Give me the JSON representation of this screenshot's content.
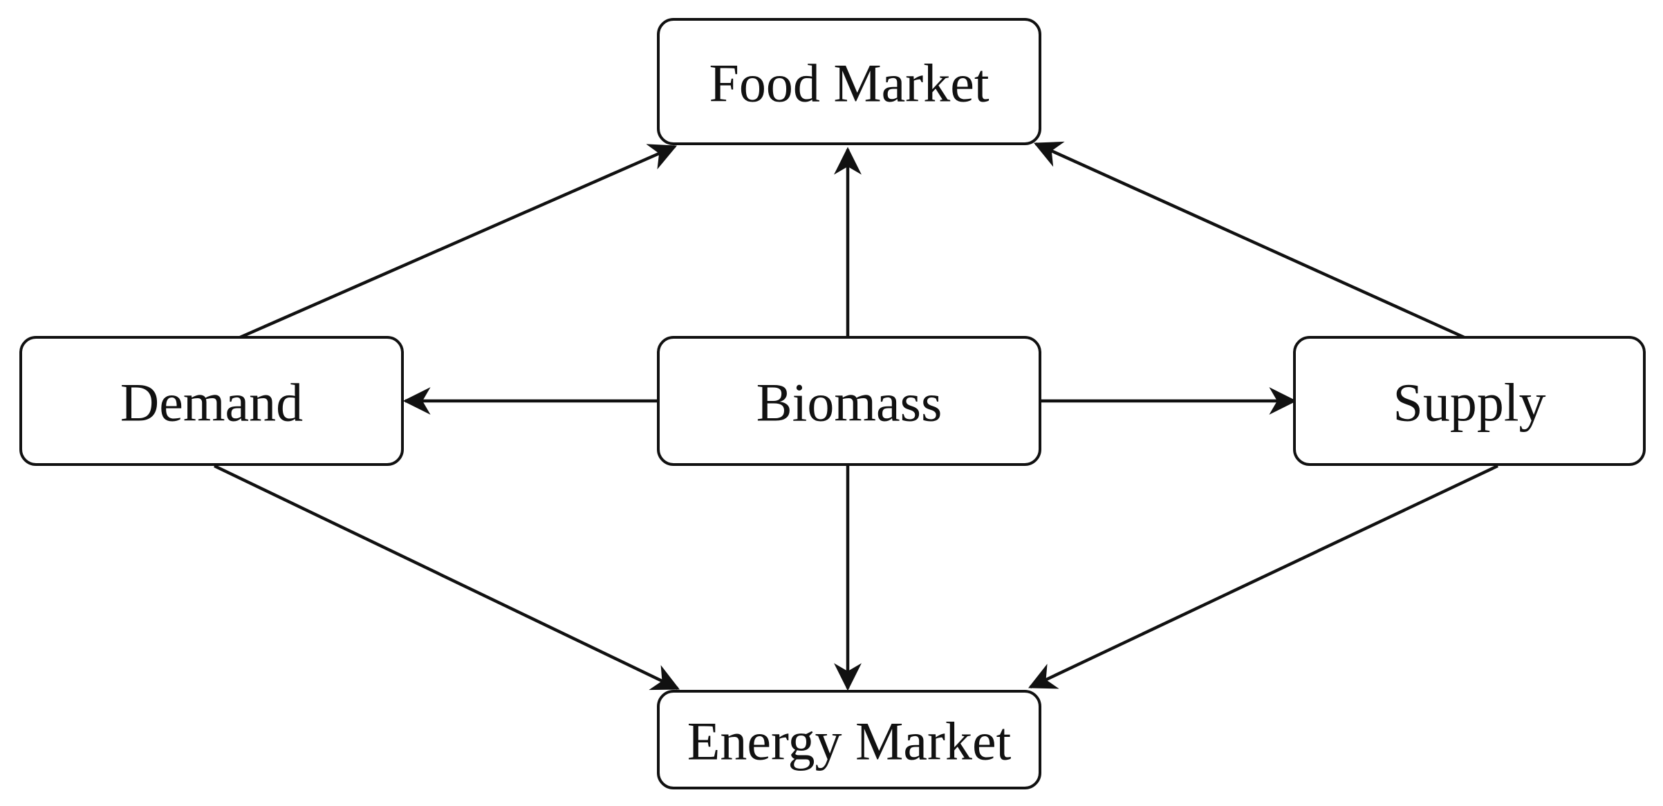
{
  "colors": {
    "stroke": "#111111",
    "background": "#ffffff",
    "text": "#111111"
  },
  "nodes": {
    "food_market": "Food Market",
    "demand": "Demand",
    "biomass": "Biomass",
    "supply": "Supply",
    "energy_market": "Energy Market"
  },
  "edges": [
    {
      "from": "Biomass",
      "to": "Food Market"
    },
    {
      "from": "Biomass",
      "to": "Energy Market"
    },
    {
      "from": "Biomass",
      "to": "Demand"
    },
    {
      "from": "Biomass",
      "to": "Supply"
    },
    {
      "from": "Demand",
      "to": "Food Market"
    },
    {
      "from": "Demand",
      "to": "Energy Market"
    },
    {
      "from": "Supply",
      "to": "Food Market"
    },
    {
      "from": "Supply",
      "to": "Energy Market"
    }
  ]
}
